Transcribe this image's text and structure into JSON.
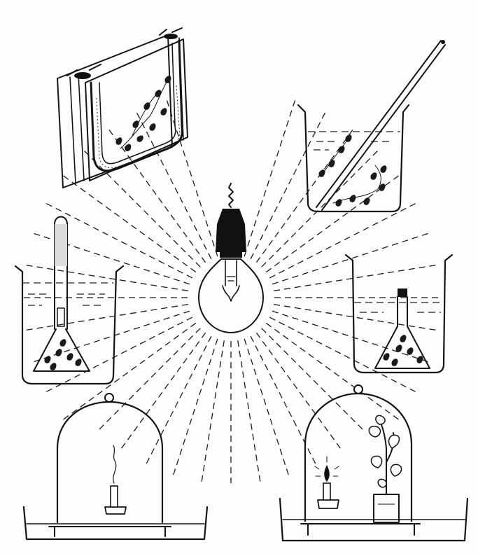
{
  "figure": {
    "description_visible_text": "",
    "colors": {
      "ink": "#141414",
      "paper": "#fdfdfc"
    },
    "components": [
      {
        "id": "light-bulb",
        "icon": "light-bulb-icon"
      },
      {
        "id": "glass-slab-chamber-with-plants",
        "icon": "aquatic-plant-chamber-icon"
      },
      {
        "id": "beaker-with-thermometer-and-plants",
        "icon": "beaker-thermometer-icon"
      },
      {
        "id": "beaker-with-inverted-funnel-and-gas-tube",
        "icon": "funnel-gas-collection-icon"
      },
      {
        "id": "beaker-with-inverted-funnel-and-stoppered-tube",
        "icon": "funnel-stoppered-tube-icon"
      },
      {
        "id": "bell-jar-with-extinguished-candle",
        "icon": "bell-jar-candle-out-icon"
      },
      {
        "id": "bell-jar-with-lit-candle-and-plant",
        "icon": "bell-jar-candle-plant-icon"
      }
    ]
  }
}
